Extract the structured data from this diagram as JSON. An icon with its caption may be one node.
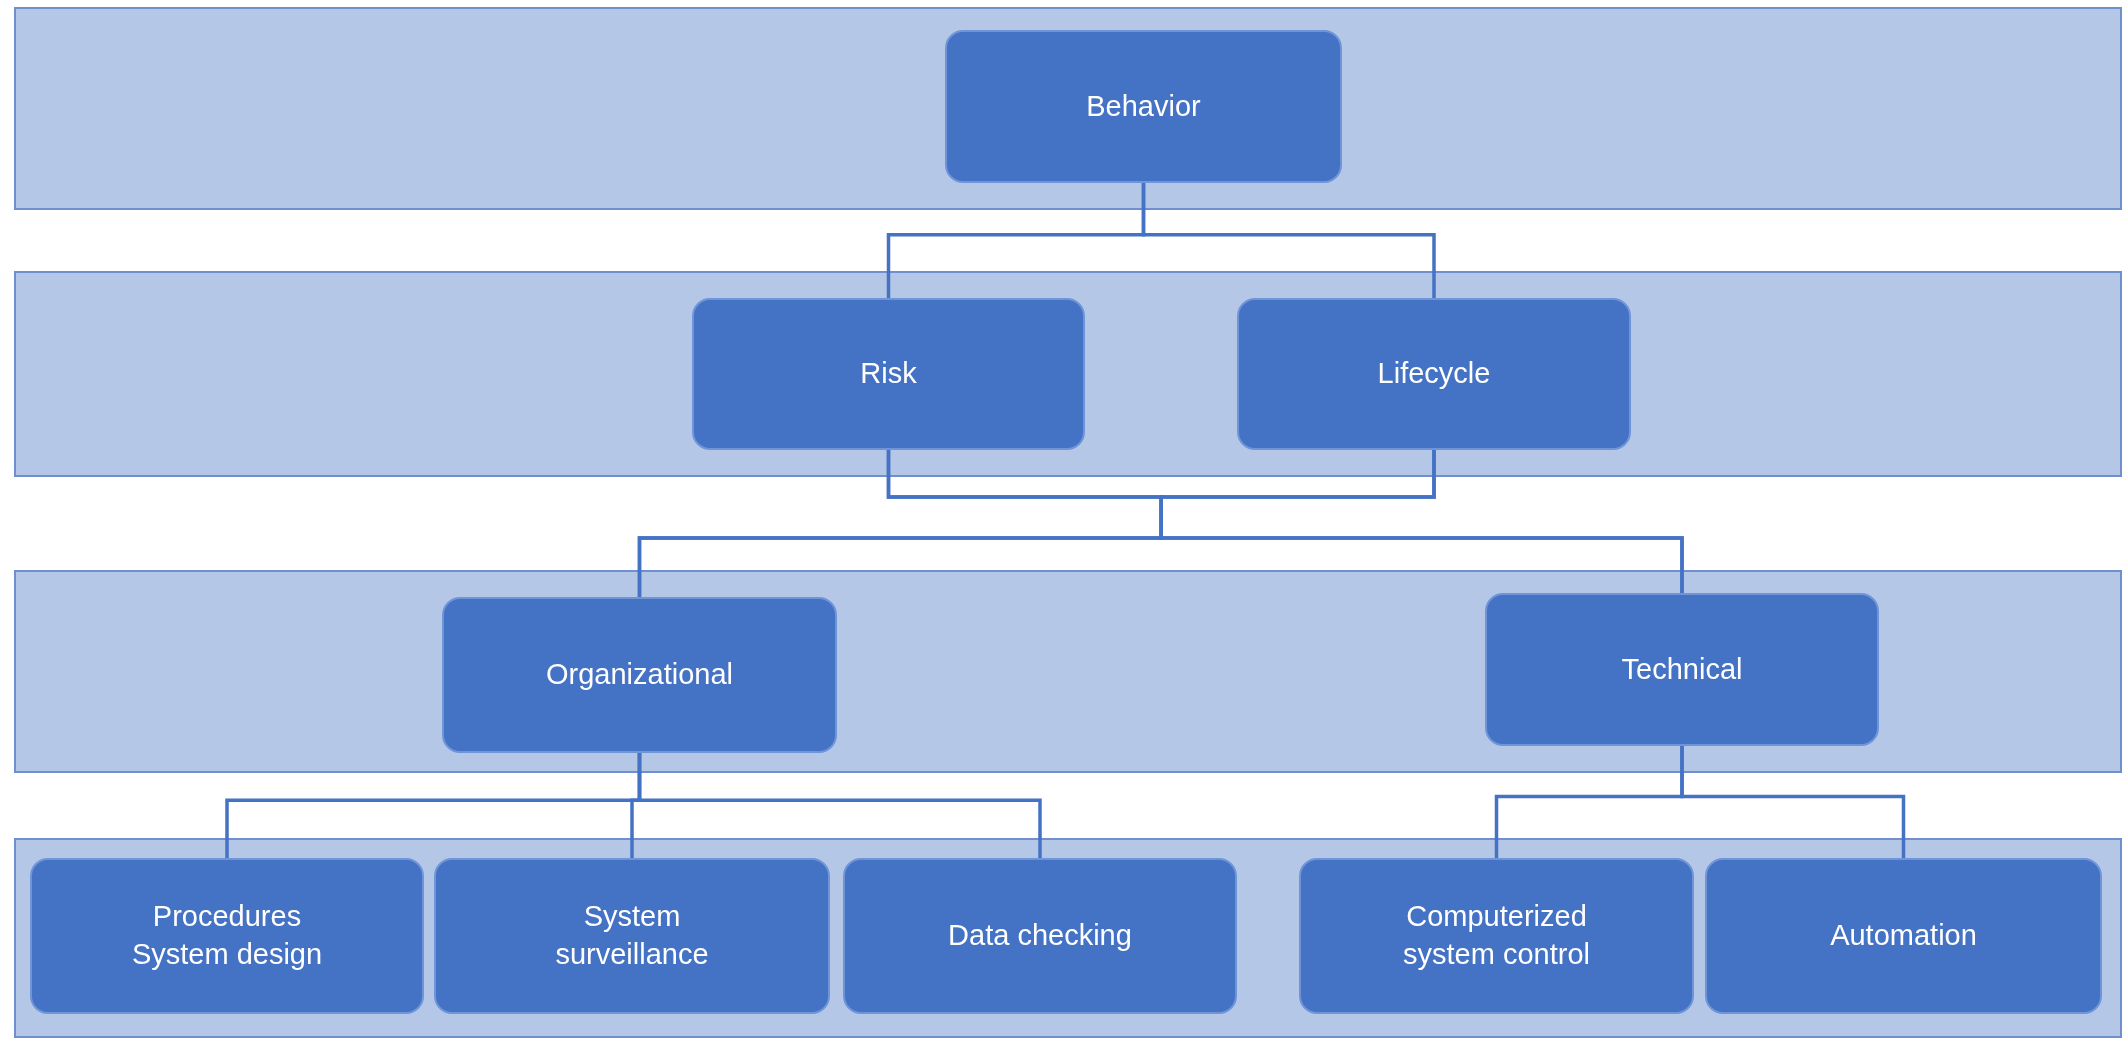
{
  "diagram": {
    "nodes": [
      {
        "text": [],
        "shape": "bar"
      },
      {
        "text": [
          "Behavior"
        ],
        "in": 0
      },
      {
        "text": [],
        "shape": "bar"
      },
      {
        "text": [
          "Risk"
        ],
        "in": 2
      },
      {
        "text": [
          "Lifecycle"
        ],
        "in": 2
      },
      {
        "text": [],
        "shape": "bar"
      },
      {
        "text": [
          "Organizational"
        ],
        "in": 5
      },
      {
        "text": [
          "Technical"
        ],
        "in": 5
      },
      {
        "text": [],
        "shape": "bar"
      },
      {
        "text": [
          "Procedures System design"
        ],
        "in": 8
      },
      {
        "text": [
          "System surveillance"
        ],
        "in": 8
      },
      {
        "text": [
          "Data checking"
        ],
        "in": 8
      },
      {
        "text": [
          "Computerized system control"
        ],
        "in": 8
      },
      {
        "text": [
          "Automation"
        ],
        "in": 8
      }
    ],
    "edges": [
      {
        "from": 1,
        "to": 3,
        "arrow": "none"
      },
      {
        "from": 1,
        "to": 4,
        "arrow": "none"
      },
      {
        "from": 3,
        "to": 6,
        "arrow": "none"
      },
      {
        "from": 3,
        "to": 7,
        "arrow": "none"
      },
      {
        "from": 4,
        "to": 6,
        "arrow": "none"
      },
      {
        "from": 4,
        "to": 7,
        "arrow": "none"
      },
      {
        "from": 6,
        "to": 9,
        "arrow": "none"
      },
      {
        "from": 6,
        "to": 10,
        "arrow": "none"
      },
      {
        "from": 6,
        "to": 11,
        "arrow": "none"
      },
      {
        "from": 7,
        "to": 12,
        "arrow": "none"
      },
      {
        "from": 7,
        "to": 13,
        "arrow": "none"
      }
    ]
  }
}
